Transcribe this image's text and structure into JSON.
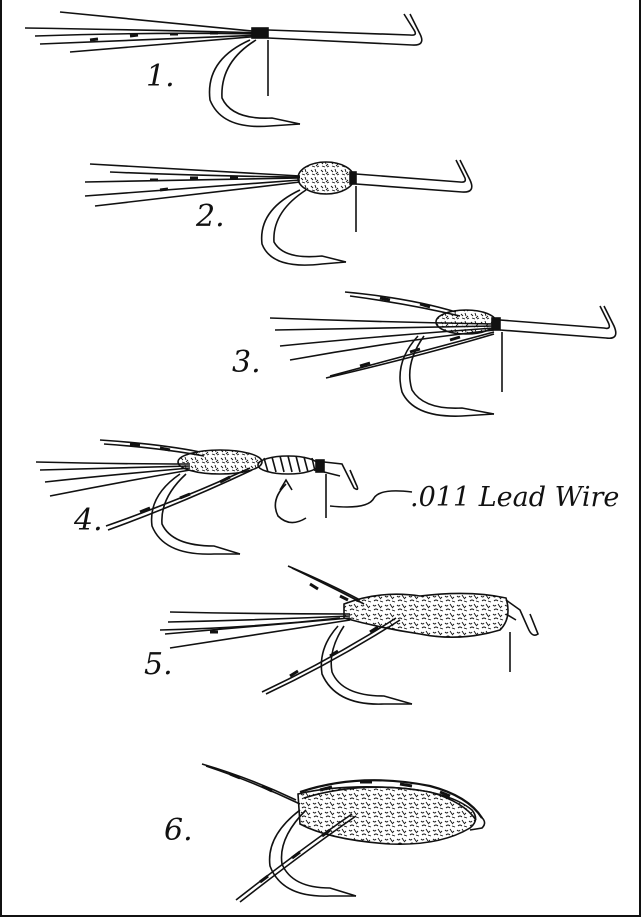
{
  "steps": [
    {
      "number": "1."
    },
    {
      "number": "2."
    },
    {
      "number": "3."
    },
    {
      "number": "4."
    },
    {
      "number": "5."
    },
    {
      "number": "6."
    }
  ],
  "callout": ".011 Lead Wire",
  "colors": {
    "ink": "#111111",
    "paper": "#ffffff"
  }
}
